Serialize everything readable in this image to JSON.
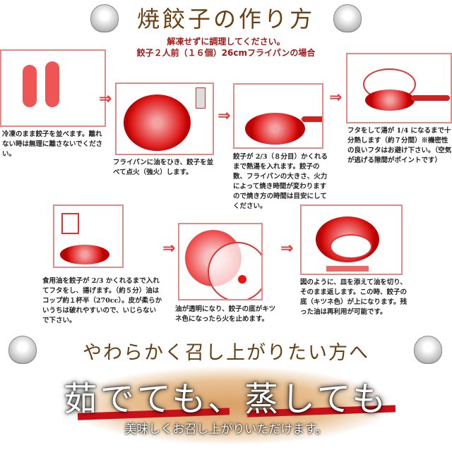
{
  "header": {
    "title": "焼餃子の作り方",
    "note1": "解凍せずに調理してください。",
    "note2": "餃子２人前（１６個）26cmフライパンの場合"
  },
  "steps": [
    {
      "text": "冷凍のまま餃子を並べます。離れない時は無理に離さないでください。"
    },
    {
      "text": "フライパンに油をひき、餃子を並べて点火（強火）します。"
    },
    {
      "text": "餃子が 2/3（８分目）かくれるまで熱湯を入れます。餃子の数、フライパンの大きさ、火力によって焼き時間が変わりますので焼き方の時間は目安にしてください。"
    },
    {
      "text": "フタをして湯が 1/4 になるまで十分熱します（約７分間）※機密性の良いフタはお避け下さい。（空気が逃げる隙間がポイントです）"
    },
    {
      "text": "食用油を餃子が 2/3 かくれるまで入れてフタをし、揚げます。（約５分）油はコップ約１杯半（270cc）。皮が柔らかいうちは破れやすいので、いじらないで下さい。"
    },
    {
      "text": "油が透明になり、餃子の底がキツネ色になったら火を止めます。"
    },
    {
      "text": "図のように、皿を添えて油を切り、そのまま返します。この時、餃子の底（キツネ色）が上になります。残った油は再利用が可能です。"
    }
  ],
  "arrow": "⇒",
  "soft": {
    "heading": "やわらかく召し上がりたい方へ",
    "big1": "茹でても、",
    "big2": "蒸しても",
    "small": "美味しくお召し上がりいただけます。"
  }
}
